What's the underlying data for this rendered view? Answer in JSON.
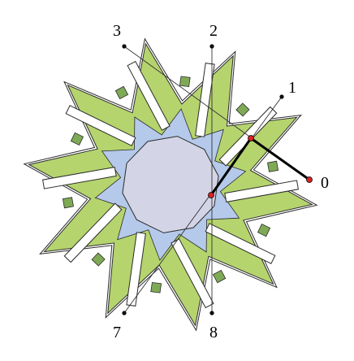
{
  "vertex_labels": {
    "p0": "0",
    "p1": "1",
    "p2": "2",
    "p3": "3",
    "p7": "7",
    "p8": "8"
  },
  "colors": {
    "green": "#b5d46e",
    "dark_green": "#7faa55",
    "blue": "#b5c9ea",
    "center": "#d3d5e6",
    "band": "#ffffff",
    "outline": "#2a2a2a",
    "construction_line": "#333333",
    "highlight_band": "#000000",
    "marker_red": "#dd2222",
    "marker_black": "#111111"
  }
}
